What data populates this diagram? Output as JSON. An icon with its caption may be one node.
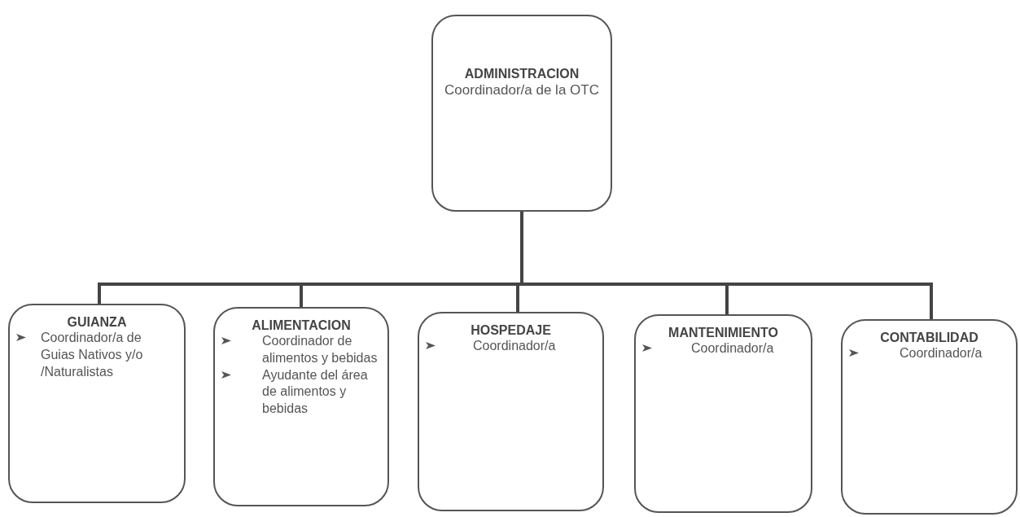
{
  "diagram": {
    "nodes": [
      {
        "text": [
          "ADMINISTRACION",
          "Coordinador/a de la OTC"
        ]
      },
      {
        "text": [
          "GUIANZA",
          "Coordinador/a de Guias Nativos y/o /Naturalistas"
        ]
      },
      {
        "text": [
          "ALIMENTACION",
          "Coordinador de alimentos y bebidas",
          "Ayudante del área de alimentos y bebidas"
        ]
      },
      {
        "text": [
          "HOSPEDAJE",
          "Coordinador/a"
        ]
      },
      {
        "text": [
          "MANTENIMIENTO",
          "Coordinador/a"
        ]
      },
      {
        "text": [
          "CONTABILIDAD",
          "Coordinador/a"
        ]
      }
    ],
    "edges": [
      {
        "from": 0,
        "to": 1,
        "arrow": "none"
      },
      {
        "from": 0,
        "to": 2,
        "arrow": "none"
      },
      {
        "from": 0,
        "to": 3,
        "arrow": "none"
      },
      {
        "from": 0,
        "to": 4,
        "arrow": "none"
      },
      {
        "from": 0,
        "to": 5,
        "arrow": "none"
      }
    ]
  }
}
